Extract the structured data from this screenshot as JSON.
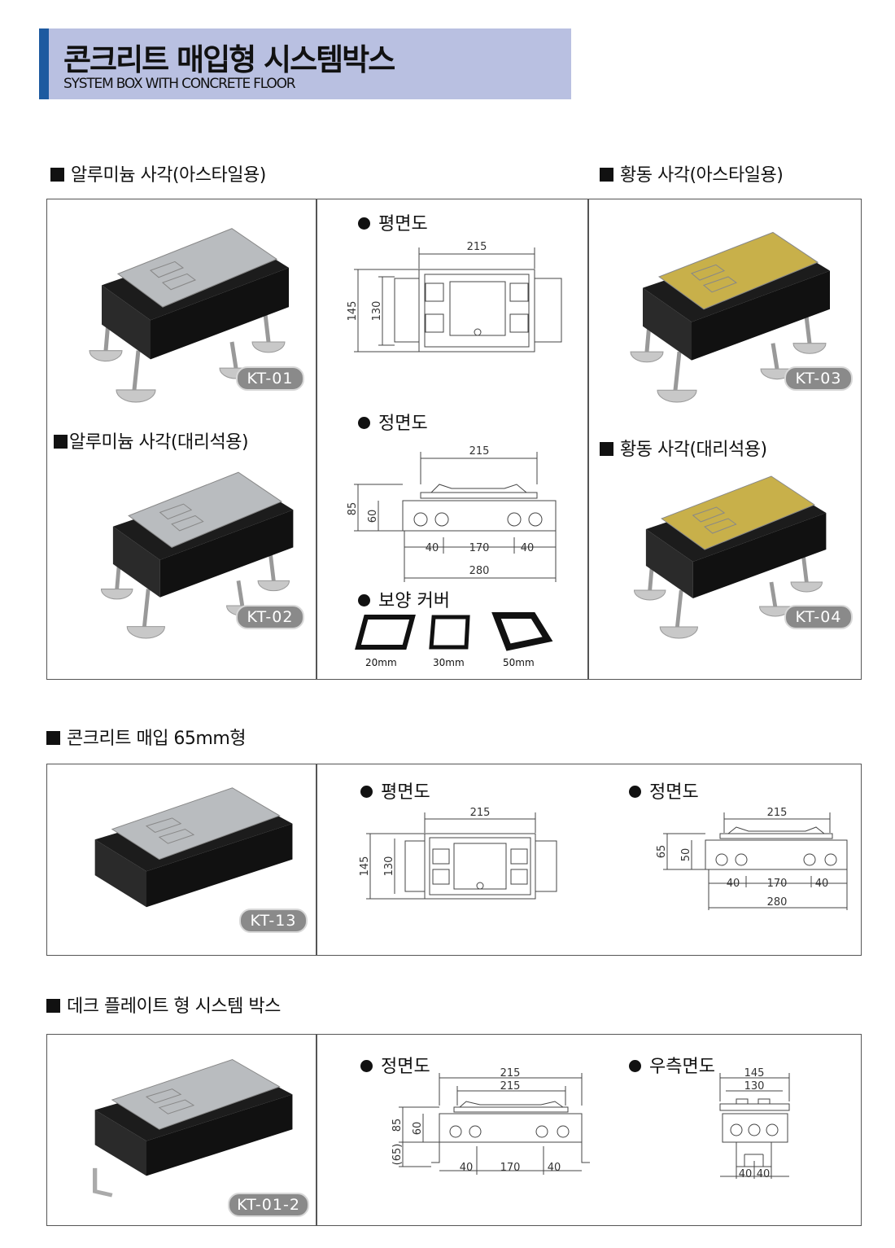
{
  "header": {
    "title": "콘크리트 매입형 시스템박스",
    "subtitle": "SYSTEM BOX WITH CONCRETE FLOOR"
  },
  "colors": {
    "accent": "#1d5aa0",
    "header_bg": "#b9c0e1",
    "silver": "#b9bcbf",
    "brass": "#c8b04a",
    "box": "#1c1c1c"
  },
  "section1": {
    "heading_left": "알루미늄 사각(아스타일용)",
    "heading_right": "황동 사각(아스타일용)",
    "sub_left": "알루미늄 사각(대리석용)",
    "sub_right": "황동 사각(대리석용)",
    "models": [
      "KT-01",
      "KT-02",
      "KT-03",
      "KT-04"
    ],
    "plan": {
      "label": "평면도",
      "w": "215",
      "h_outer": "145",
      "h_inner": "130"
    },
    "front": {
      "label": "정면도",
      "w": "215",
      "h_outer": "85",
      "h_inner": "60",
      "seg1": "40",
      "seg2": "170",
      "seg3": "40",
      "total": "280"
    },
    "cover": {
      "label": "보양 커버",
      "sizes": [
        "20mm",
        "30mm",
        "50mm"
      ]
    }
  },
  "section2": {
    "heading": "콘크리트 매입 65mm형",
    "model": "KT-13",
    "plan": {
      "label": "평면도",
      "w": "215",
      "h_outer": "145",
      "h_inner": "130"
    },
    "front": {
      "label": "정면도",
      "w": "215",
      "h_outer": "65",
      "h_inner": "50",
      "seg1": "40",
      "seg2": "170",
      "seg3": "40",
      "total": "280"
    }
  },
  "section3": {
    "heading": "데크 플레이트 형 시스템 박스",
    "model": "KT-01-2",
    "front": {
      "label": "정면도",
      "w1": "215",
      "w2": "215",
      "h_outer": "85",
      "h_inner": "60",
      "h_leg": "(65)",
      "seg1": "40",
      "seg2": "170",
      "seg3": "40"
    },
    "side": {
      "label": "우측면도",
      "w1": "145",
      "w2": "130",
      "seg1": "40",
      "seg2": "40"
    }
  }
}
